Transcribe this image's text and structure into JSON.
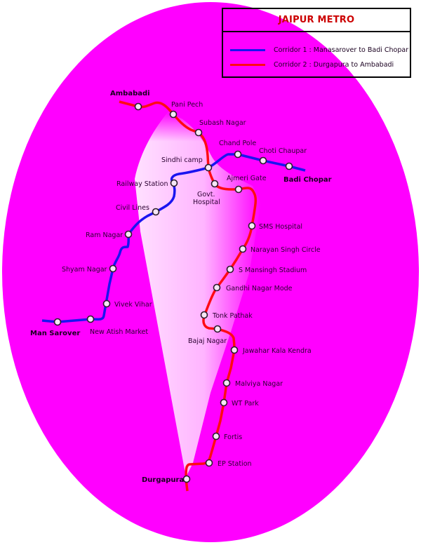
{
  "title": "JAIPUR METRO",
  "colors": {
    "background": "#ffffff",
    "region_fill": "#ff00ff",
    "region_highlight": "#ffc8ff",
    "corridor_1": "#1a14f0",
    "corridor_2": "#ff0a14",
    "title_text": "#cc0000",
    "station_fill": "#f6e6f6"
  },
  "legend": {
    "title": "JAIPUR METRO",
    "items": [
      {
        "label": "Corridor 1 : Manasarover to Badi Chopar",
        "color": "#1a14f0"
      },
      {
        "label": "Corridor 2 : Durgapura to Ambabadi",
        "color": "#ff0a14"
      }
    ]
  },
  "corridors": [
    {
      "name": "Corridor 1",
      "route": "Manasarover to Badi Chopar",
      "color": "#1a14f0",
      "stations": [
        {
          "name": "Man Sarover",
          "terminus": true
        },
        {
          "name": "New Atish Market"
        },
        {
          "name": "Vivek Vihar"
        },
        {
          "name": "Shyam Nagar"
        },
        {
          "name": "Ram Nagar"
        },
        {
          "name": "Civil Lines"
        },
        {
          "name": "Railway Station"
        },
        {
          "name": "Sindhi camp"
        },
        {
          "name": "Chand Pole"
        },
        {
          "name": "Choti Chaupar"
        },
        {
          "name": "Badi Chopar",
          "terminus": true
        }
      ]
    },
    {
      "name": "Corridor 2",
      "route": "Durgapura to Ambabadi",
      "color": "#ff0a14",
      "stations": [
        {
          "name": "Durgapura",
          "terminus": true
        },
        {
          "name": "EP Station"
        },
        {
          "name": "Fortis"
        },
        {
          "name": "WT Park"
        },
        {
          "name": "Malviya Nagar"
        },
        {
          "name": "Jawahar Kala Kendra"
        },
        {
          "name": "Bajaj Nagar"
        },
        {
          "name": "Tonk Pathak"
        },
        {
          "name": "Gandhi Nagar Mode"
        },
        {
          "name": "S Mansingh Stadium"
        },
        {
          "name": "Narayan Singh Circle"
        },
        {
          "name": "SMS Hospital"
        },
        {
          "name": "Ajmeri Gate"
        },
        {
          "name": "Govt. Hospital"
        },
        {
          "name": "Sindhi camp"
        },
        {
          "name": "Subash Nagar"
        },
        {
          "name": "Pani Pech"
        },
        {
          "name": "Ambabadi",
          "terminus": true
        }
      ]
    }
  ],
  "labels": {
    "ambabadi": "Ambabadi",
    "pani_pech": "Pani Pech",
    "subash_nagar": "Subash Nagar",
    "chand_pole": "Chand Pole",
    "choti_chaupar": "Choti Chaupar",
    "sindhi_camp": "Sindhi camp",
    "badi_chopar": "Badi Chopar",
    "ajmeri_gate": "Ajmeri Gate",
    "railway_station": "Railway Station",
    "govt_hospital_1": "Govt.",
    "govt_hospital_2": "Hospital",
    "civil_lines": "Civil Lines",
    "sms_hospital": "SMS Hospital",
    "ram_nagar": "Ram Nagar",
    "narayan_singh_circle": "Narayan Singh Circle",
    "shyam_nagar": "Shyam Nagar",
    "s_mansingh_stadium": "S Mansingh Stadium",
    "gandhi_nagar_mode": "Gandhi Nagar Mode",
    "vivek_vihar": "Vivek Vihar",
    "tonk_pathak": "Tonk Pathak",
    "man_sarover": "Man Sarover",
    "new_atish_market": "New Atish Market",
    "bajaj_nagar": "Bajaj Nagar",
    "jawahar_kala_kendra": "Jawahar Kala Kendra",
    "malviya_nagar": "Malviya Nagar",
    "wt_park": "WT Park",
    "fortis": "Fortis",
    "ep_station": "EP Station",
    "durgapura": "Durgapura"
  }
}
